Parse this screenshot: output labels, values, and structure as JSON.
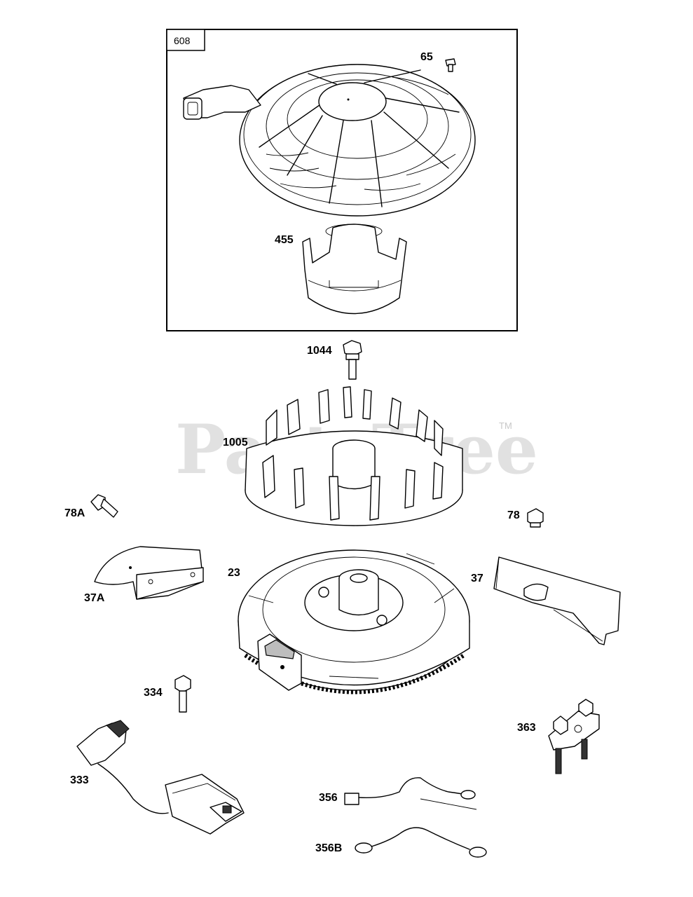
{
  "watermark": {
    "text": "PartsTree",
    "trademark": "TM"
  },
  "assembly_box": {
    "label": "608"
  },
  "callouts": {
    "p65": "65",
    "p455": "455",
    "p1044": "1044",
    "p1005": "1005",
    "p78A": "78A",
    "p78": "78",
    "p37A": "37A",
    "p23": "23",
    "p37": "37",
    "p334": "334",
    "p363": "363",
    "p333": "333",
    "p356": "356",
    "p356B": "356B"
  }
}
